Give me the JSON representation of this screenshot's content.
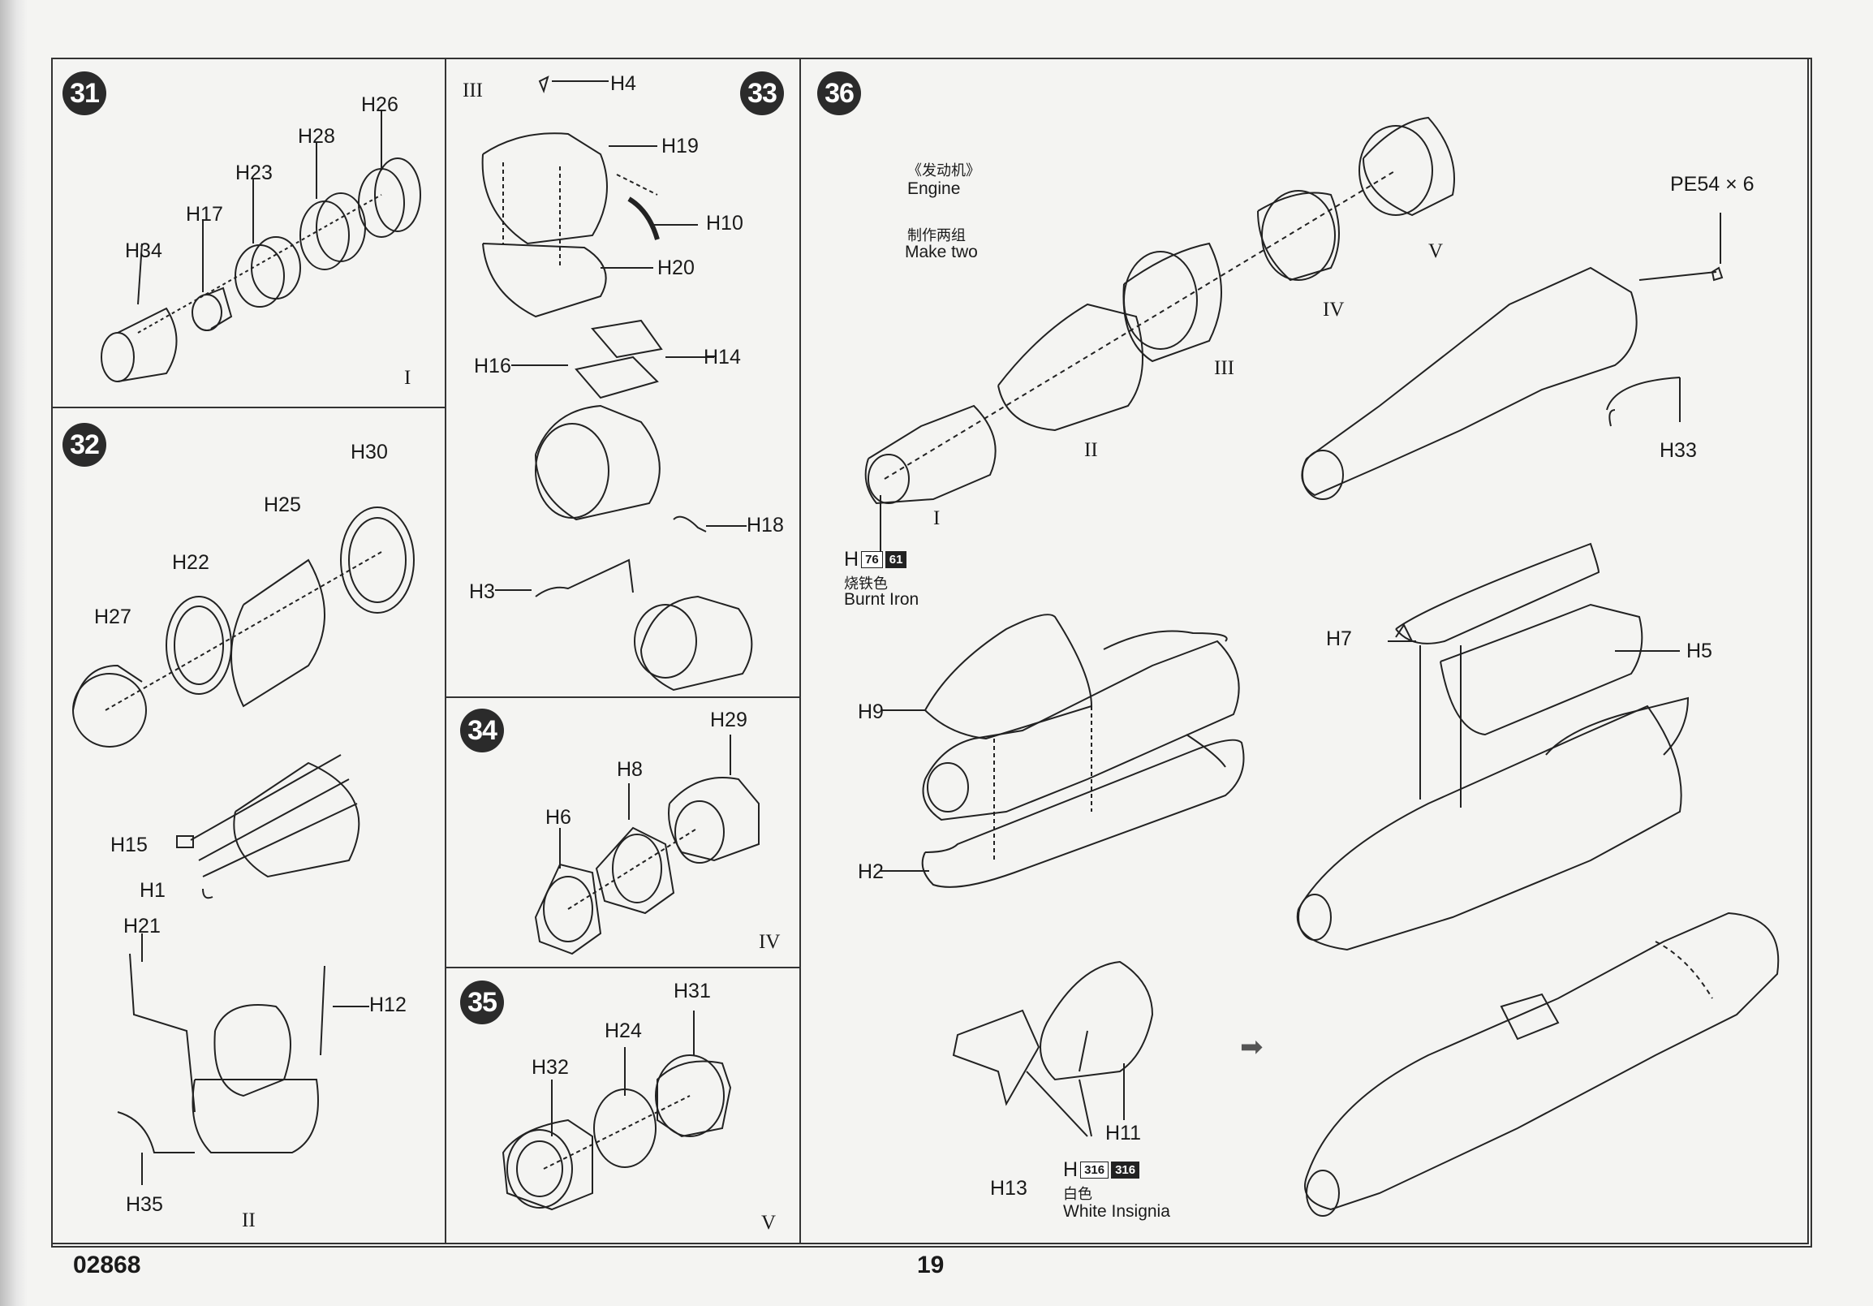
{
  "footer": {
    "code": "02868",
    "page": "19"
  },
  "steps": [
    {
      "n": "31",
      "labels": [
        "H26",
        "H28",
        "H23",
        "H17",
        "H34"
      ],
      "stage": "I"
    },
    {
      "n": "32",
      "labels": [
        "H30",
        "H25",
        "H22",
        "H27",
        "H15",
        "H1",
        "H21",
        "H12",
        "H35"
      ],
      "stage": "II"
    },
    {
      "n": "33",
      "labels": [
        "H4",
        "H19",
        "H10",
        "H20",
        "H14",
        "H16",
        "H18",
        "H3"
      ],
      "stage": "III"
    },
    {
      "n": "34",
      "labels": [
        "H29",
        "H8",
        "H6"
      ],
      "stage": "IV"
    },
    {
      "n": "35",
      "labels": [
        "H31",
        "H24",
        "H32"
      ],
      "stage": "V"
    },
    {
      "n": "36",
      "labels": [
        "PE54 × 6",
        "H33",
        "H7",
        "H5",
        "H9",
        "H2",
        "H11",
        "H13"
      ],
      "stages": [
        "I",
        "II",
        "III",
        "IV",
        "V"
      ]
    }
  ],
  "engine_note": {
    "cn_title": "《发动机》",
    "title": "Engine",
    "cn_make": "制作两组",
    "make": "Make two"
  },
  "paint_burnt": {
    "prefix": "H",
    "codes": [
      "76",
      "61"
    ],
    "cn": "烧铁色",
    "name": "Burnt Iron"
  },
  "paint_white": {
    "prefix": "H",
    "codes": [
      "316",
      "316"
    ],
    "cn": "白色",
    "name": "White Insignia"
  },
  "arrow_glyph": "➡"
}
